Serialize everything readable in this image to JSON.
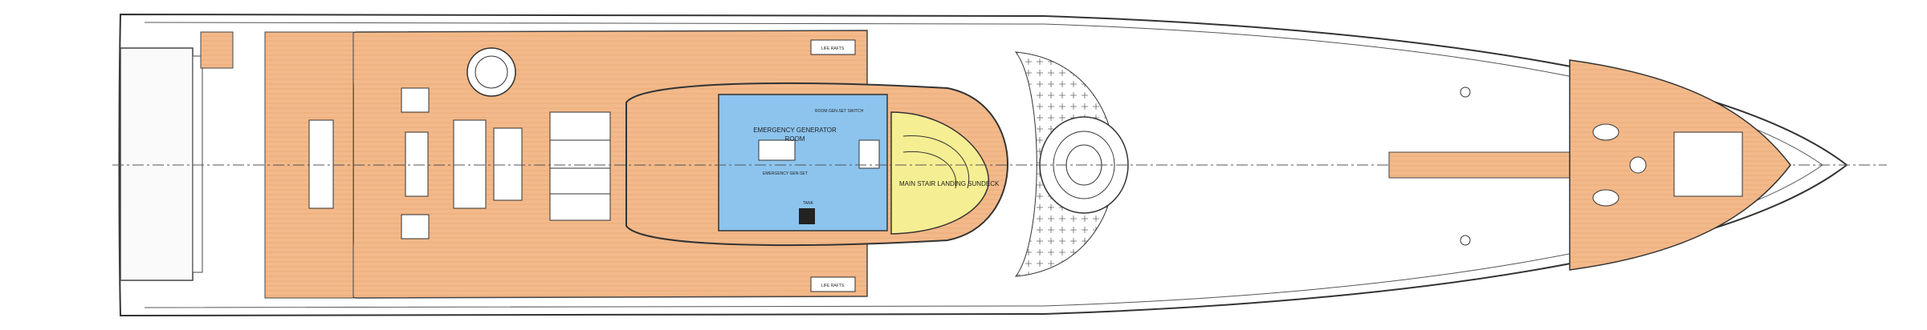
{
  "labels": {
    "room_title": "EMERGENCY GENERATOR",
    "room_title_2": "ROOM",
    "stair_label": "MAIN STAIR LANDING SUNDECK",
    "room_small_1": "EMERGENCY GEN-SET",
    "room_small_2": "TANK",
    "top_label": "ROOM GEN-SET SWITCH",
    "life_raft_top_1": "LIFE RAFTS",
    "life_raft_bottom_1": "LIFE RAFTS"
  },
  "colors": {
    "teak": "#f3b98a",
    "generator_room": "#8cc4ee",
    "stair_landing": "#f6ee93",
    "line": "#333333",
    "hull": "#ffffff"
  }
}
